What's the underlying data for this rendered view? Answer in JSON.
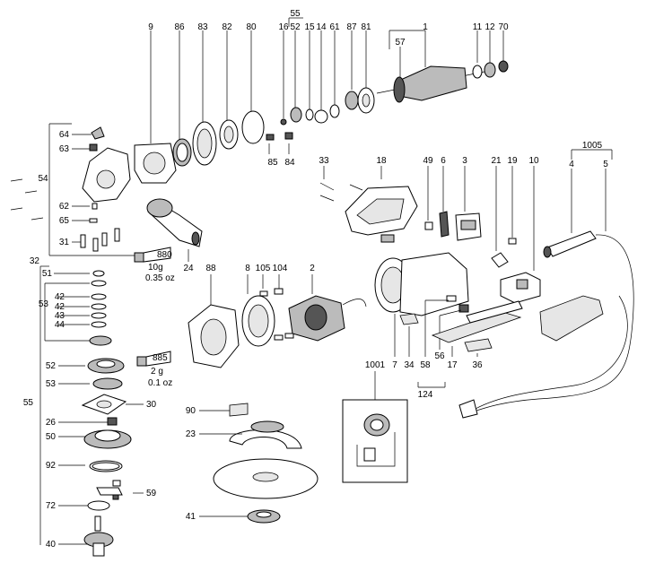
{
  "labels": {
    "p9": "9",
    "p86": "86",
    "p83": "83",
    "p82": "82",
    "p80": "80",
    "p55top": "55",
    "p16": "16",
    "p52top": "52",
    "p15": "15",
    "p14": "14",
    "p61": "61",
    "p87": "87",
    "p81": "81",
    "p1": "1",
    "p57": "57",
    "p11": "11",
    "p12": "12",
    "p70": "70",
    "p85": "85",
    "p84": "84",
    "p64": "64",
    "p63": "63",
    "p54": "54",
    "p62": "62",
    "p65": "65",
    "p31": "31",
    "p32": "32",
    "p24": "24",
    "p880": "880",
    "w880g": "10g",
    "w880oz": "0.35 oz",
    "p33": "33",
    "p18": "18",
    "p49": "49",
    "p6": "6",
    "p3": "3",
    "p21": "21",
    "p19": "19",
    "p10": "10",
    "p1005": "1005",
    "p4": "4",
    "p5": "5",
    "p51": "51",
    "p53a": "53",
    "p42a": "42",
    "p42b": "42",
    "p43": "43",
    "p44": "44",
    "p88": "88",
    "p8": "8",
    "p105": "105",
    "p104": "104",
    "p2": "2",
    "p52": "52",
    "p885": "885",
    "w885g": "2 g",
    "w885oz": "0.1 oz",
    "p53b": "53",
    "p30": "30",
    "p55left": "55",
    "p7": "7",
    "p34": "34",
    "p58": "58",
    "p56": "56",
    "p17": "17",
    "p36": "36",
    "p124": "124",
    "p1001": "1001",
    "p90": "90",
    "p23": "23",
    "p26": "26",
    "p50": "50",
    "p92": "92",
    "p59": "59",
    "p72": "72",
    "p41": "41",
    "p40": "40"
  }
}
